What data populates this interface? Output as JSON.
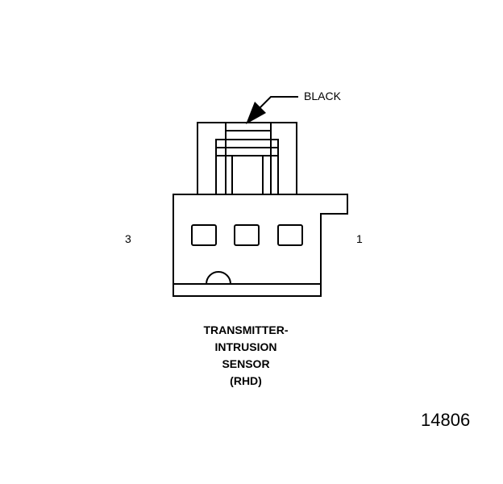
{
  "connector": {
    "color_label": "BLACK",
    "pin_left": "3",
    "pin_right": "1",
    "title_lines": [
      "TRANSMITTER-",
      "INTRUSION",
      "SENSOR",
      "(RHD)"
    ]
  },
  "figure_number": "14806"
}
